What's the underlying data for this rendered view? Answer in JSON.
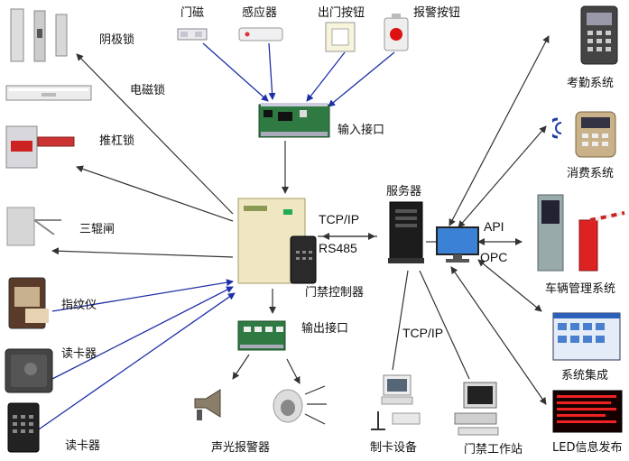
{
  "labels": {
    "magnetic_contact": "门磁",
    "sensor": "感应器",
    "exit_button": "出门按钮",
    "alarm_button": "报警按钮",
    "input_interface": "输入接口",
    "cathode_lock": "阴极锁",
    "magnetic_lock": "电磁锁",
    "push_bar_lock": "推杠锁",
    "tripod_turnstile": "三辊闸",
    "fingerprint_reader": "指纹仪",
    "card_reader_1": "读卡器",
    "card_reader_2": "读卡器",
    "access_controller": "门禁控制器",
    "output_interface": "输出接口",
    "sound_light_alarm": "声光报警器",
    "server": "服务器",
    "card_issuing_device": "制卡设备",
    "access_workstation": "门禁工作站",
    "attendance_system": "考勤系统",
    "consumption_system": "消费系统",
    "vehicle_management": "车辆管理系统",
    "system_integration": "系统集成",
    "led_info": "LED信息发布",
    "tcpip_top": "TCP/IP",
    "rs485": "RS485",
    "tcpip_bottom": "TCP/IP",
    "api": "API",
    "opc": "OPC"
  },
  "colors": {
    "link_blue": "#1f2fa8",
    "link_gray": "#444444"
  }
}
